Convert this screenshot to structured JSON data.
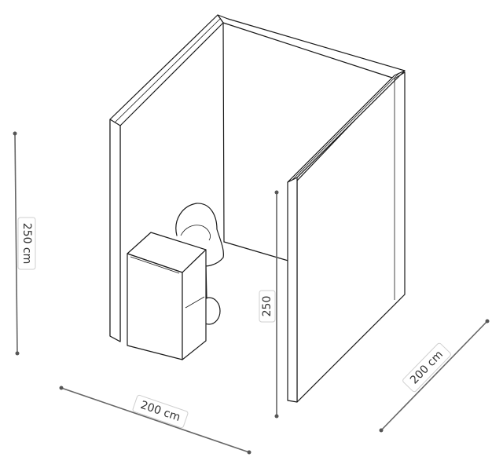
{
  "dimensions": {
    "height_total": "250 cm",
    "height_inner": "250",
    "width_front": "200 cm",
    "depth_side": "200 cm"
  },
  "colors": {
    "outline": "#1a1a1a",
    "dimension_line": "#666666",
    "label_border": "#cfcfcf",
    "label_text": "#333333"
  }
}
